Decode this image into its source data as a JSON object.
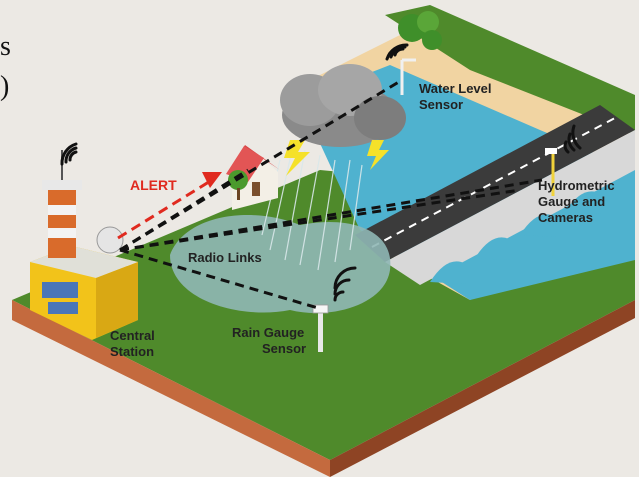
{
  "edge_fragments": {
    "top": "s",
    "bottom": ")"
  },
  "labels": {
    "alert": "ALERT",
    "radio_links": "Radio Links",
    "central_station": [
      "Central",
      "Station"
    ],
    "rain_gauge": [
      "Rain Gauge",
      "Sensor"
    ],
    "water_level": [
      "Water Level",
      "Sensor"
    ],
    "hydrometric": [
      "Hydrometric",
      "Gauge and",
      "Cameras"
    ]
  },
  "colors": {
    "grass": "#4f8a2b",
    "grass_dark": "#3d6f20",
    "soil": "#c46a3e",
    "soil_dark": "#8e4424",
    "water": "#4fb2cf",
    "pond": "#8fb7b5",
    "alert": "#e02a1f",
    "link": "#111111",
    "cloud": "#8a8a8a",
    "lightning": "#f5e12a",
    "tower": "#d96b2b",
    "station": "#f2c31a",
    "road": "#3b3b3b",
    "sand": "#f1d4a2"
  }
}
